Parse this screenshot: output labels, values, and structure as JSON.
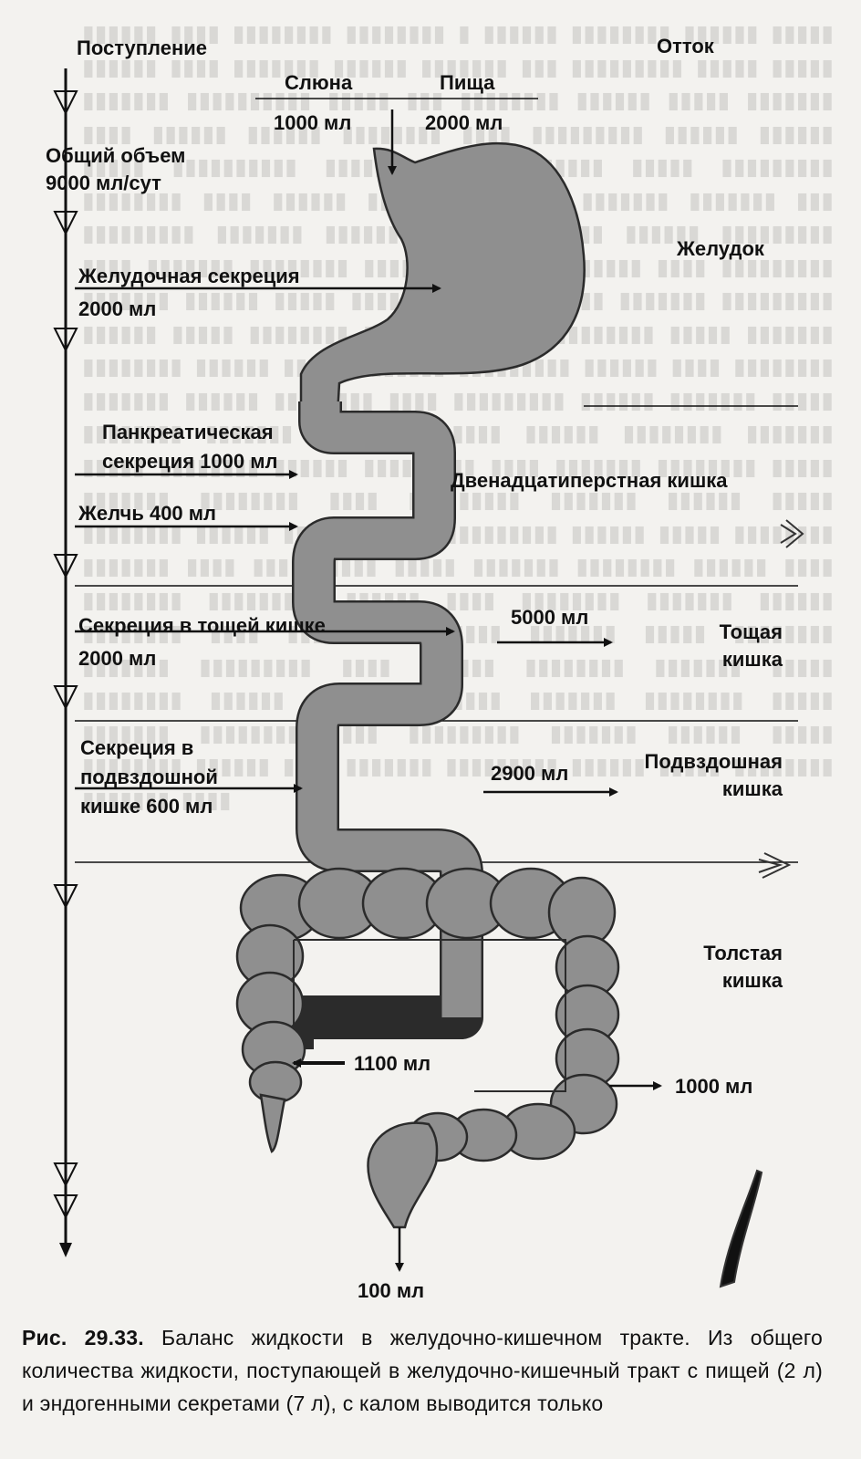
{
  "header": {
    "inflow_title": "Поступление",
    "outflow_title": "Отток"
  },
  "inputs": {
    "saliva_label": "Слюна",
    "saliva_value": "1000 мл",
    "food_label": "Пища",
    "food_value": "2000 мл",
    "total_volume": "Общий объем\n9000 мл/сут"
  },
  "secretions": {
    "gastric": "Желудочная секреция\n2000 мл",
    "pancreatic": "Панкреатическая\nсекреция 1000 мл",
    "bile": "Желчь 400 мл",
    "jejunal": "Секреция в тощей кишке\n2000 мл",
    "ileal": "Секреция в\nподвздошной\nкишке 600 мл"
  },
  "organs": {
    "stomach": "Желудок",
    "duodenum": "Двенадцатиперстная кишка",
    "jejunum": "Тощая\nкишка",
    "ileum": "Подвздошная\nкишка",
    "colon": "Толстая\nкишка"
  },
  "outflows": {
    "jejunum_out": "5000 мл",
    "ileum_out": "2900 мл",
    "colon_in": "1100 мл",
    "colon_out": "1000 мл",
    "feces": "100 мл"
  },
  "caption": {
    "label": "Рис. 29.33.",
    "text": "Баланс жидкости в желудочно-кишечном тракте. Из общего количества жидкости, поступающей в желудочно-кишечный тракт с пищей (2 л) и эндогенными секретами (7 л), с калом выводится только"
  },
  "colors": {
    "organ_fill": "#8f8f8f",
    "organ_stroke": "#2b2b2b",
    "line": "#111111",
    "background": "#f3f2ef"
  }
}
